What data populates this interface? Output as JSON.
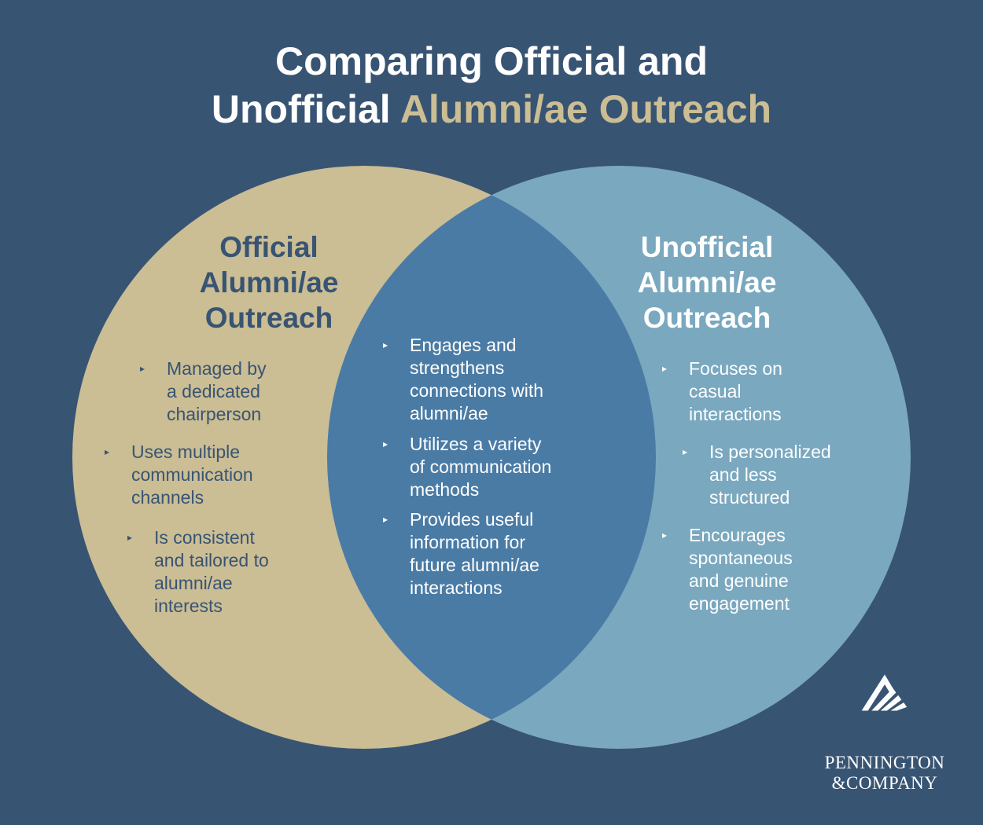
{
  "title": {
    "line1": "Comparing Official and",
    "line2_plain": "Unofficial ",
    "line2_accent": "Alumni/ae Outreach"
  },
  "colors": {
    "background": "#385473",
    "left_circle": "#cbbd94",
    "right_circle": "#7aa8bf",
    "overlap": "#4a7ba5",
    "accent_text": "#cbbd94"
  },
  "left": {
    "title": "Official\nAlumni/ae\nOutreach",
    "bullets": [
      "Managed by\na dedicated\nchairperson",
      "Uses multiple\ncommunication\nchannels",
      "Is consistent\nand tailored to\nalumni/ae\ninterests"
    ]
  },
  "center": {
    "bullets": [
      "Engages and\nstrengthens\nconnections with\nalumni/ae",
      "Utilizes a variety\nof communication\nmethods",
      "Provides useful\ninformation for\nfuture alumni/ae\ninteractions"
    ]
  },
  "right": {
    "title": "Unofficial\nAlumni/ae\nOutreach",
    "bullets": [
      "Focuses on\ncasual\ninteractions",
      "Is personalized\nand less\nstructured",
      "Encourages\nspontaneous\nand genuine\nengagement"
    ]
  },
  "logo": {
    "icon": "stacked-roof-icon",
    "line1": "PENNINGTON",
    "line2": "&COMPANY"
  },
  "bullet_marker": "▸"
}
